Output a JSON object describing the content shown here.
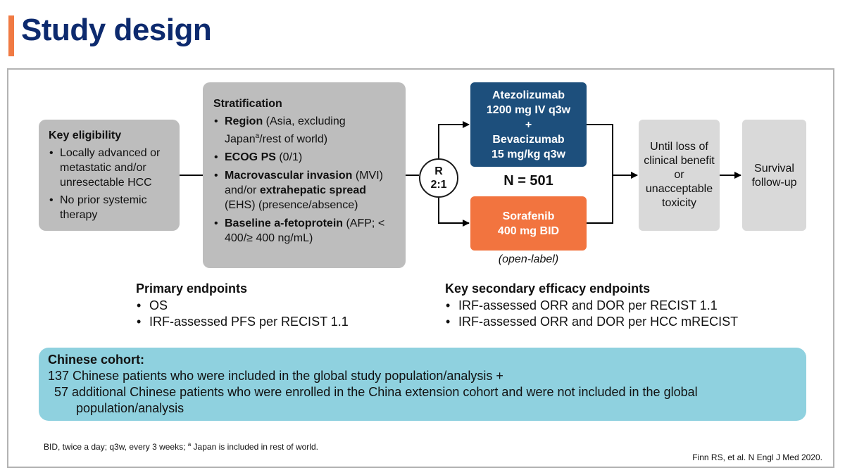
{
  "title": "Study design",
  "eligibility": {
    "heading": "Key eligibility",
    "items": [
      "Locally advanced or metastatic and/or unresectable HCC",
      "No prior systemic therapy"
    ]
  },
  "stratification": {
    "heading": "Stratification",
    "region_bold": "Region",
    "region_rest": " (Asia, excluding Japan",
    "region_sup": "a",
    "region_end": "/rest of world)",
    "ecog_bold": "ECOG PS",
    "ecog_rest": " (0/1)",
    "mvi_bold": "Macrovascular invasion",
    "mvi_rest": " (MVI) and/or ",
    "ehs_bold": "extrahepatic spread",
    "ehs_rest": " (EHS) (presence/absence)",
    "afp_bold": "Baseline a-fetoprotein",
    "afp_rest": " (AFP; < 400/≥ 400 ng/mL)"
  },
  "randomization": {
    "line1": "R",
    "line2": "2:1"
  },
  "arms": {
    "atezo": [
      "Atezolizumab",
      "1200 mg IV q3w",
      "+",
      "Bevacizumab",
      "15 mg/kg q3w"
    ],
    "sorafenib": [
      "Sorafenib",
      "400 mg BID"
    ],
    "n_label": "N = 501",
    "open_label": "(open-label)"
  },
  "until": "Until loss of clinical benefit or unacceptable toxicity",
  "survival": "Survival follow-up",
  "primary_endpoints": {
    "heading": "Primary endpoints",
    "items": [
      "OS",
      "IRF-assessed PFS per RECIST 1.1"
    ]
  },
  "secondary_endpoints": {
    "heading": "Key secondary efficacy endpoints",
    "items": [
      "IRF-assessed ORR and DOR per RECIST 1.1",
      "IRF-assessed ORR and DOR per HCC mRECIST"
    ]
  },
  "chinese_cohort": {
    "heading": "Chinese cohort:",
    "line1": "137 Chinese patients who were included in the global study population/analysis +",
    "line2": "57 additional Chinese patients who were enrolled in the China extension cohort and were not included in the global",
    "line3": "population/analysis"
  },
  "footnote_pre": "BID, twice a day; q3w, every 3 weeks; ",
  "footnote_sup": "a",
  "footnote_post": " Japan is included in rest of world.",
  "citation": "Finn RS, et al. N Engl J Med 2020.",
  "colors": {
    "title": "#0d2a6e",
    "accent": "#f07a43",
    "atezo_arm": "#1d4f7c",
    "sorafenib_arm": "#f2743f",
    "cohort_bg": "#8fd1df",
    "box_grey": "#bdbdbd",
    "box_lightgrey": "#d9d9d9"
  }
}
